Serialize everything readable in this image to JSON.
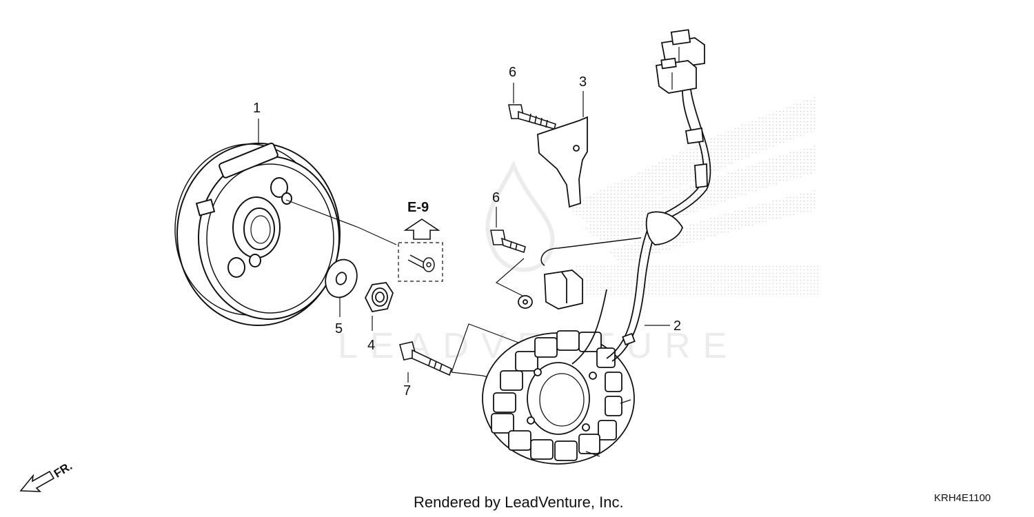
{
  "watermark": {
    "text": "LEADVENTURE"
  },
  "callouts": [
    {
      "id": "1",
      "label": "1"
    },
    {
      "id": "2",
      "label": "2"
    },
    {
      "id": "3",
      "label": "3"
    },
    {
      "id": "4",
      "label": "4"
    },
    {
      "id": "5",
      "label": "5"
    },
    {
      "id": "6a",
      "label": "6"
    },
    {
      "id": "6b",
      "label": "6"
    },
    {
      "id": "7",
      "label": "7"
    }
  ],
  "reference": {
    "label": "E-9"
  },
  "direction": {
    "label": "FR."
  },
  "footer": {
    "credit": "Rendered by LeadVenture, Inc.",
    "code": "KRH4E1100"
  }
}
